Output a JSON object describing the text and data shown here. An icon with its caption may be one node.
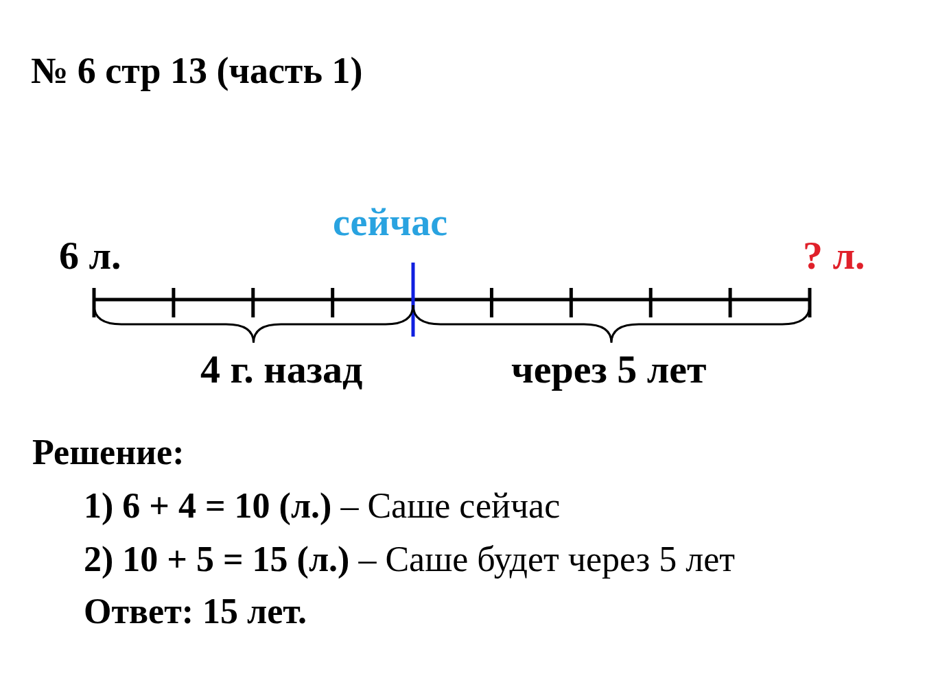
{
  "diagram": {
    "title": "№ 6 стр 13 (часть 1)",
    "labels": [
      "6 л.",
      "сейчас",
      "? л.",
      "4 г. назад",
      "через 5 лет",
      "Решение:",
      "**1)  6 + 4 = 10 (л.)** – Саше сейчас",
      "**2)  10 + 5 = 15 (л.)** – Саше будет через 5 лет",
      "Ответ: 15 лет."
    ]
  }
}
